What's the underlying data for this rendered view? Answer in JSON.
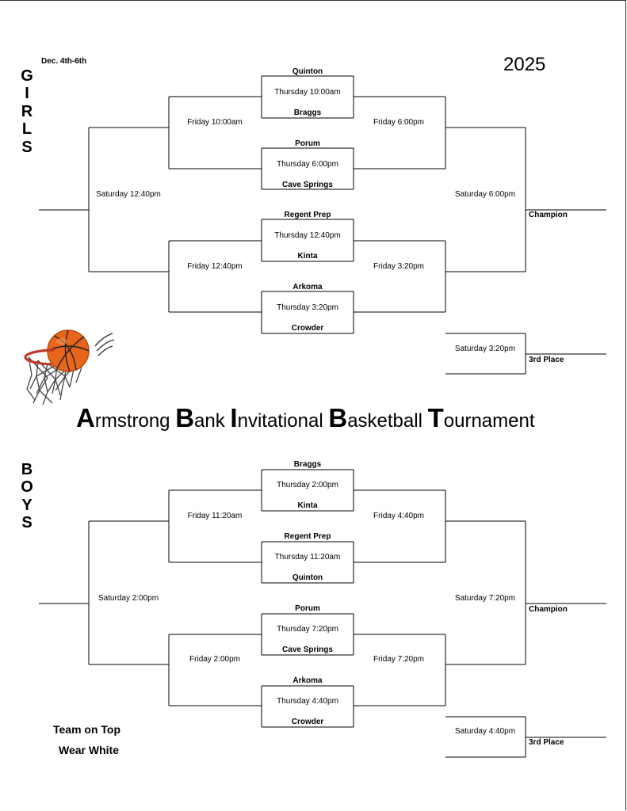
{
  "header": {
    "dates": "Dec. 4th-6th",
    "year": "2025"
  },
  "title_words": [
    {
      "initial": "A",
      "rest": "rmstrong "
    },
    {
      "initial": "B",
      "rest": "ank "
    },
    {
      "initial": "I",
      "rest": "nvitational "
    },
    {
      "initial": "B",
      "rest": "asketball "
    },
    {
      "initial": "T",
      "rest": "ournament"
    }
  ],
  "girls": {
    "label_letters": [
      "G",
      "I",
      "R",
      "L",
      "S"
    ],
    "first_round": [
      {
        "top": "Quinton",
        "time": "Thursday 10:00am",
        "bottom": "Braggs"
      },
      {
        "top": "Porum",
        "time": "Thursday 6:00pm",
        "bottom": "Cave Springs"
      },
      {
        "top": "Regent Prep",
        "time": "Thursday 12:40pm",
        "bottom": "Kinta"
      },
      {
        "top": "Arkoma",
        "time": "Thursday 3:20pm",
        "bottom": "Crowder"
      }
    ],
    "left_semis": [
      "Friday 10:00am",
      "Friday 12:40pm"
    ],
    "right_semis": [
      "Friday 6:00pm",
      "Friday 3:20pm"
    ],
    "left_final": "Saturday 12:40pm",
    "right_final": "Saturday 6:00pm",
    "champion": "Champion",
    "third_place_time": "Saturday 3:20pm",
    "third_place": "3rd Place"
  },
  "boys": {
    "label_letters": [
      "B",
      "O",
      "Y",
      "S"
    ],
    "first_round": [
      {
        "top": "Braggs",
        "time": "Thursday 2:00pm",
        "bottom": "Kinta"
      },
      {
        "top": "Regent Prep",
        "time": "Thursday 11:20am",
        "bottom": "Quinton"
      },
      {
        "top": "Porum",
        "time": "Thursday 7:20pm",
        "bottom": "Cave Springs"
      },
      {
        "top": "Arkoma",
        "time": "Thursday 4:40pm",
        "bottom": "Crowder"
      }
    ],
    "left_semis": [
      "Friday 11:20am",
      "Friday 2:00pm"
    ],
    "right_semis": [
      "Friday 4:40pm",
      "Friday 7:20pm"
    ],
    "left_final": "Saturday 2:00pm",
    "right_final": "Saturday 7:20pm",
    "champion": "Champion",
    "third_place_time": "Saturday 4:40pm",
    "third_place": "3rd Place"
  },
  "note": {
    "line1": "Team on Top",
    "line2": "Wear White"
  },
  "colors": {
    "ball": "#e8661c",
    "ball_dark": "#b94a0e",
    "rim": "#c0392b",
    "net": "#444444"
  }
}
